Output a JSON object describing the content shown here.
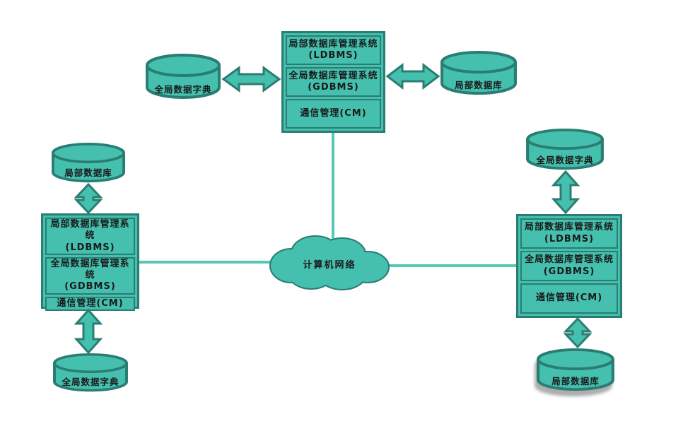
{
  "palette": {
    "fill": "#45c0ae",
    "stroke": "#2a7d72",
    "line": "#56c8b5",
    "text": "#1a1a1a",
    "bg": "#ffffff"
  },
  "cloud": {
    "label": "计算机网络"
  },
  "stacks": {
    "top": {
      "rows": [
        {
          "line1": "局部数据库管理系统",
          "line2": "(LDBMS)"
        },
        {
          "line1": "全局数据库管理系统",
          "line2": "(GDBMS)"
        },
        {
          "line1": "通信管理(CM)",
          "line2": ""
        }
      ]
    },
    "left": {
      "rows": [
        {
          "line1": "局部数据库管理系统",
          "line2": "(LDBMS)"
        },
        {
          "line1": "全局数据库管理系统",
          "line2": "(GDBMS)"
        },
        {
          "line1": "通信管理(CM)",
          "line2": ""
        }
      ]
    },
    "right": {
      "rows": [
        {
          "line1": "局部数据库管理系统",
          "line2": "(LDBMS)"
        },
        {
          "line1": "全局数据库管理系统",
          "line2": "(GDBMS)"
        },
        {
          "line1": "通信管理(CM)",
          "line2": ""
        }
      ]
    }
  },
  "cylinders": {
    "top_left": {
      "label": "全局数据字典"
    },
    "top_right": {
      "label": "局部数据库"
    },
    "left_top": {
      "label": "局部数据库"
    },
    "left_bottom": {
      "label": "全局数据字典"
    },
    "right_top": {
      "label": "全局数据字典"
    },
    "right_bottom": {
      "label": "局部数据库"
    }
  }
}
